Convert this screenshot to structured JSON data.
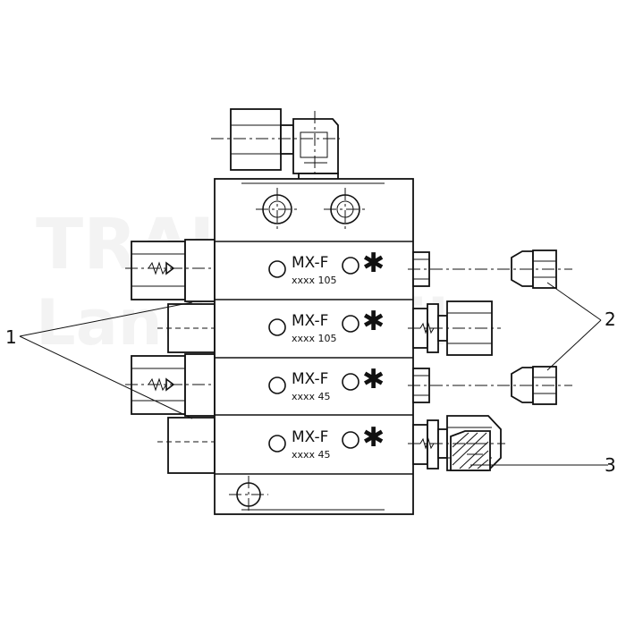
{
  "sections": [
    {
      "model": "MX-F",
      "size": "xxxx 105",
      "mark": "✱"
    },
    {
      "model": "MX-F",
      "size": "xxxx 105",
      "mark": "✱"
    },
    {
      "model": "MX-F",
      "size": "xxxx 45",
      "mark": "✱"
    },
    {
      "model": "MX-F",
      "size": "xxxx 45",
      "mark": "✱"
    }
  ],
  "callouts": {
    "c1": "1",
    "c2": "2",
    "c3": "3"
  },
  "watermark": {
    "line1": "TRAUME",
    "line2": "Landtechnik"
  }
}
